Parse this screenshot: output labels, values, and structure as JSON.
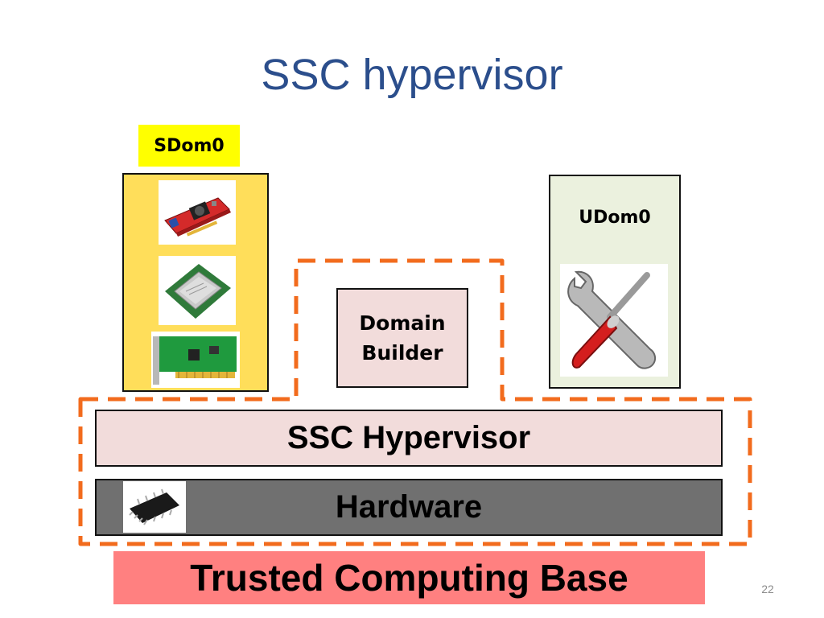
{
  "slide": {
    "title": "SSC hypervisor",
    "page_number": "22"
  },
  "sdom0": {
    "label": "SDom0",
    "images": [
      "graphics-card",
      "cpu",
      "network-card"
    ]
  },
  "udom0": {
    "label": "UDom0",
    "image": "wrench-screwdriver"
  },
  "domain_builder": {
    "line1": "Domain",
    "line2": "Builder"
  },
  "layers": {
    "hypervisor": "SSC Hypervisor",
    "hardware": "Hardware",
    "hardware_image": "microchip"
  },
  "tcb_label": "Trusted Computing Base",
  "colors": {
    "title": "#2B4E8C",
    "sdom0_tag": "#FFFF00",
    "sdom0_box": "#FFDE5A",
    "udom0_box": "#EBF1DE",
    "domain_builder": "#F2DCDB",
    "hypervisor": "#F2DCDB",
    "hardware": "#707070",
    "tcb_label_bg": "#FF8080",
    "tcb_outline": "#F26B1D"
  }
}
